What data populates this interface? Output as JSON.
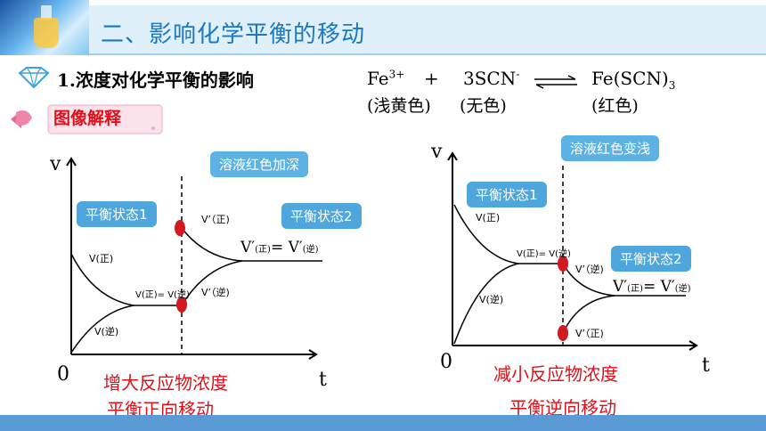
{
  "header": {
    "title": "二、影响化学平衡的移动"
  },
  "section": {
    "title": "1.浓度对化学平衡的影响",
    "tag": "图像解释"
  },
  "equation": {
    "fe": "Fe",
    "fe_charge": "3+",
    "plus": "+",
    "scn": "3SCN",
    "scn_charge": "-",
    "product": "Fe(SCN)",
    "product_sub": "3"
  },
  "colors_text": {
    "fe": "(浅黄色)",
    "scn": "(无色)",
    "product": "(红色)"
  },
  "left_graph": {
    "top_note": "溶液红色加深",
    "state1": "平衡状态1",
    "state2": "平衡状态2",
    "y_axis": "v",
    "x_axis": "t",
    "origin": "0",
    "v_forward": "V(正)",
    "v_reverse": "V(逆)",
    "v_eq_label": "V(正)= V(逆)",
    "vprime_forward": "V’（正)",
    "vprime_reverse": "V’（逆)",
    "vprime_eq_main": "V′",
    "vprime_eq_sub1": "(正)",
    "vprime_eq_mid": "= V′",
    "vprime_eq_sub2": "(逆)",
    "caption1": "增大反应物浓度",
    "caption2": "平衡正向移动"
  },
  "right_graph": {
    "top_note": "溶液红色变浅",
    "state1": "平衡状态1",
    "state2": "平衡状态2",
    "y_axis": "v",
    "x_axis": "t",
    "origin": "0",
    "v_forward": "V(正)",
    "v_reverse": "V(逆)",
    "v_eq_label": "V(正)= V(逆)",
    "vprime_reverse": "V’（逆)",
    "vprime_forward": "V’（正)",
    "vprime_eq_main": "V′",
    "vprime_eq_sub1": "(正)",
    "vprime_eq_mid": "= V′",
    "vprime_eq_sub2": "(逆)",
    "caption1": "减小反应物浓度",
    "caption2": "平衡逆向移动"
  },
  "style": {
    "accent": "#1a78c2",
    "highlight": "#e0101a",
    "button": "#4ea6dc",
    "footer": "#5b9bd5"
  }
}
